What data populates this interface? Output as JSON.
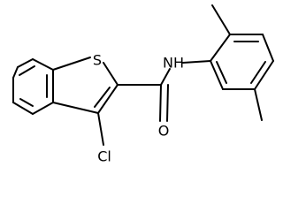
{
  "molecule": {
    "atoms": {
      "sulfur": "S",
      "chlorine": "Cl",
      "amide_nitrogen": "NH",
      "carbonyl_oxygen": "O"
    }
  }
}
